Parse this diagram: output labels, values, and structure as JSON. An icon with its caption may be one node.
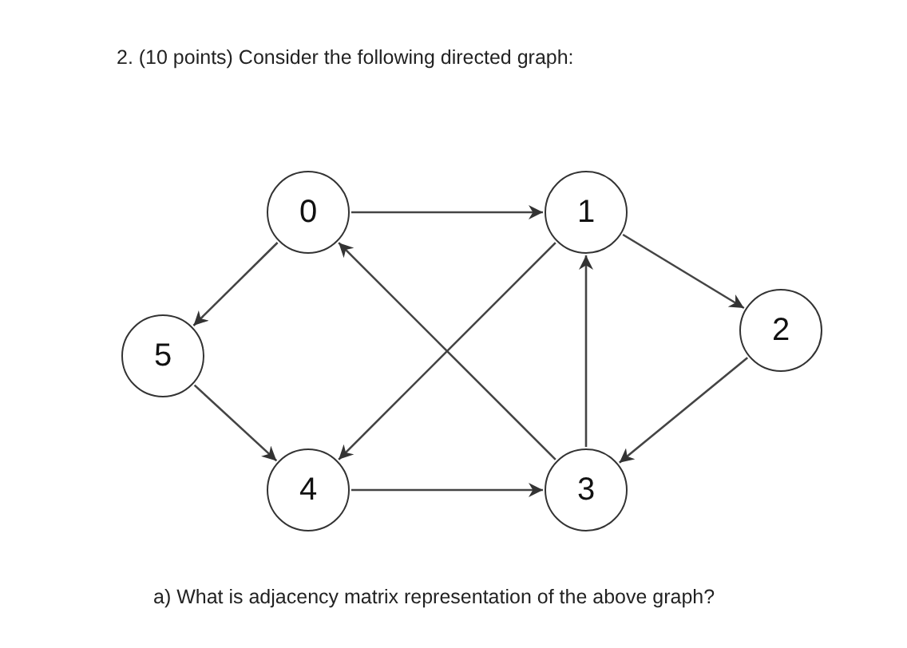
{
  "diagram": {
    "title": "2. (10 points) Consider the following directed graph:",
    "nodes": [
      {
        "text": [
          "0"
        ]
      },
      {
        "text": [
          "1"
        ]
      },
      {
        "text": [
          "2"
        ]
      },
      {
        "text": [
          "5"
        ]
      },
      {
        "text": [
          "4"
        ]
      },
      {
        "text": [
          "3"
        ]
      }
    ],
    "edges": [
      {
        "from": 0,
        "to": 1,
        "arrow": "to"
      },
      {
        "from": 0,
        "to": 3,
        "arrow": "to"
      },
      {
        "from": 3,
        "to": 4,
        "arrow": "to"
      },
      {
        "from": 4,
        "to": 5,
        "arrow": "to"
      },
      {
        "from": 5,
        "to": 1,
        "arrow": "to"
      },
      {
        "from": 5,
        "to": 0,
        "arrow": "to"
      },
      {
        "from": 1,
        "to": 4,
        "arrow": "to"
      },
      {
        "from": 1,
        "to": 2,
        "arrow": "to"
      },
      {
        "from": 2,
        "to": 5,
        "arrow": "to"
      }
    ],
    "labels": [
      "a) What is adjacency matrix representation of the above graph?"
    ]
  }
}
